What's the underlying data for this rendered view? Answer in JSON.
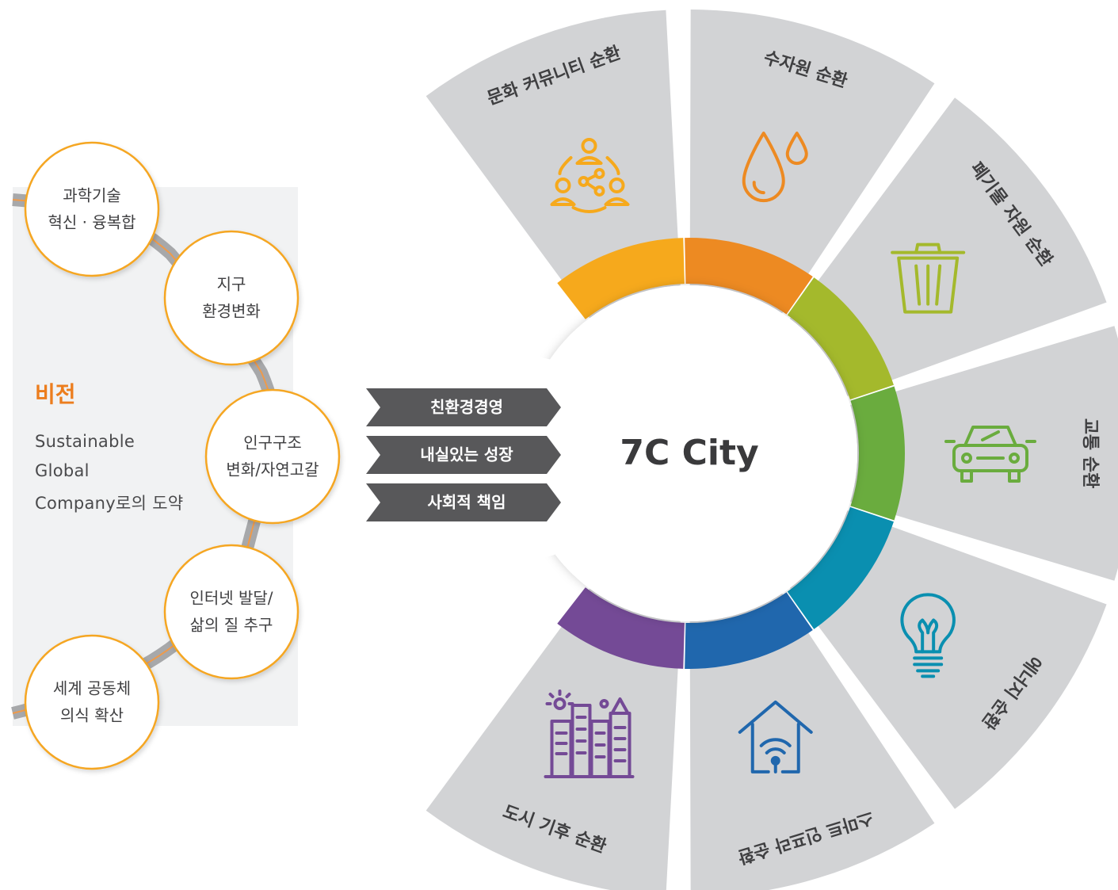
{
  "vision": {
    "title": "비전",
    "lines": [
      "Sustainable",
      "Global",
      "Company로의 도약"
    ]
  },
  "drivers": [
    {
      "lines": [
        "과학기술",
        "혁신 · 융복합"
      ]
    },
    {
      "lines": [
        "지구",
        "환경변화"
      ]
    },
    {
      "lines": [
        "인구구조",
        "변화/자연고갈"
      ]
    },
    {
      "lines": [
        "인터넷 발달/",
        "삶의 질 추구"
      ]
    },
    {
      "lines": [
        "세계 공동체",
        "의식 확산"
      ]
    }
  ],
  "values": [
    "친환경경영",
    "내실있는 성장",
    "사회적 책임"
  ],
  "center": {
    "title": "7C City"
  },
  "cycles": [
    {
      "label": "문화 커뮤니티 순환",
      "icon": "community-network-icon",
      "color": "#f6a91c"
    },
    {
      "label": "수자원 순환",
      "icon": "water-drops-icon",
      "color": "#ed8a22"
    },
    {
      "label": "폐기물 자원 순환",
      "icon": "trash-bin-icon",
      "color": "#a4b92c"
    },
    {
      "label": "교통 순환",
      "icon": "car-icon",
      "color": "#6aac3e"
    },
    {
      "label": "에너지 순환",
      "icon": "light-bulb-icon",
      "color": "#0a8fb0"
    },
    {
      "label": "스마트 인프라 순환",
      "icon": "smart-home-icon",
      "color": "#2067ad"
    },
    {
      "label": "도시 기후 순환",
      "icon": "city-buildings-icon",
      "color": "#744a96"
    }
  ],
  "colors": {
    "sector_fill": "#d2d3d5",
    "bubble_border": "#f5a623",
    "arrow_fill": "#58585a",
    "accent": "#ec7d1d"
  }
}
